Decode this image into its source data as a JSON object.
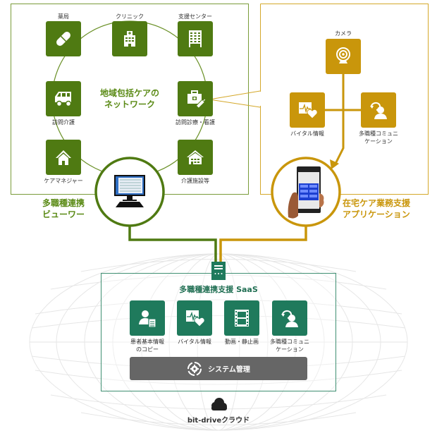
{
  "colors": {
    "network_green": "#4f7a12",
    "app_gold": "#c9960b",
    "saas_teal": "#1f7a5c",
    "system_gray": "#666666"
  },
  "network": {
    "title_line1": "地域包括ケアの",
    "title_line2": "ネットワーク",
    "nodes": [
      {
        "label": "薬局",
        "icon": "pill-icon"
      },
      {
        "label": "クリニック",
        "icon": "hospital-icon"
      },
      {
        "label": "支援センター",
        "icon": "office-building-icon"
      },
      {
        "label": "訪問介護",
        "icon": "van-icon"
      },
      {
        "label": "訪問診療・看護",
        "icon": "medical-bag-syringe-icon"
      },
      {
        "label": "ケアマネジャー",
        "icon": "house-icon"
      },
      {
        "label": "介護施設等",
        "icon": "care-facility-icon"
      }
    ]
  },
  "viewer": {
    "label_line1": "多職種連携",
    "label_line2": "ビューワー",
    "icon": "desktop-monitor-icon"
  },
  "home_app": {
    "nodes": [
      {
        "label": "カメラ",
        "icon": "webcam-icon"
      },
      {
        "label": "バイタル情報",
        "icon": "vital-heart-icon"
      },
      {
        "label_line1": "多職種コミュニ",
        "label_line2": "ケーション",
        "icon": "person-chat-icon"
      }
    ],
    "label_line1": "在宅ケア業務支援",
    "label_line2": "アプリケーション",
    "icon": "smartphone-in-hand-icon"
  },
  "saas": {
    "title": "多職種連携支援 SaaS",
    "features": [
      {
        "label_line1": "患者基本情報",
        "label_line2": "のコピー",
        "icon": "patient-document-icon"
      },
      {
        "label_line1": "バイタル情報",
        "label_line2": "",
        "icon": "vital-heart-icon"
      },
      {
        "label_line1": "動画・静止画",
        "label_line2": "",
        "icon": "film-strip-icon"
      },
      {
        "label_line1": "多職種コミュニ",
        "label_line2": "ケーション",
        "icon": "person-chat-icon"
      }
    ],
    "system_label": "システム管理",
    "server_icon": "server-icon"
  },
  "cloud": {
    "label": "bit-driveクラウド",
    "icon": "cloud-icon"
  }
}
